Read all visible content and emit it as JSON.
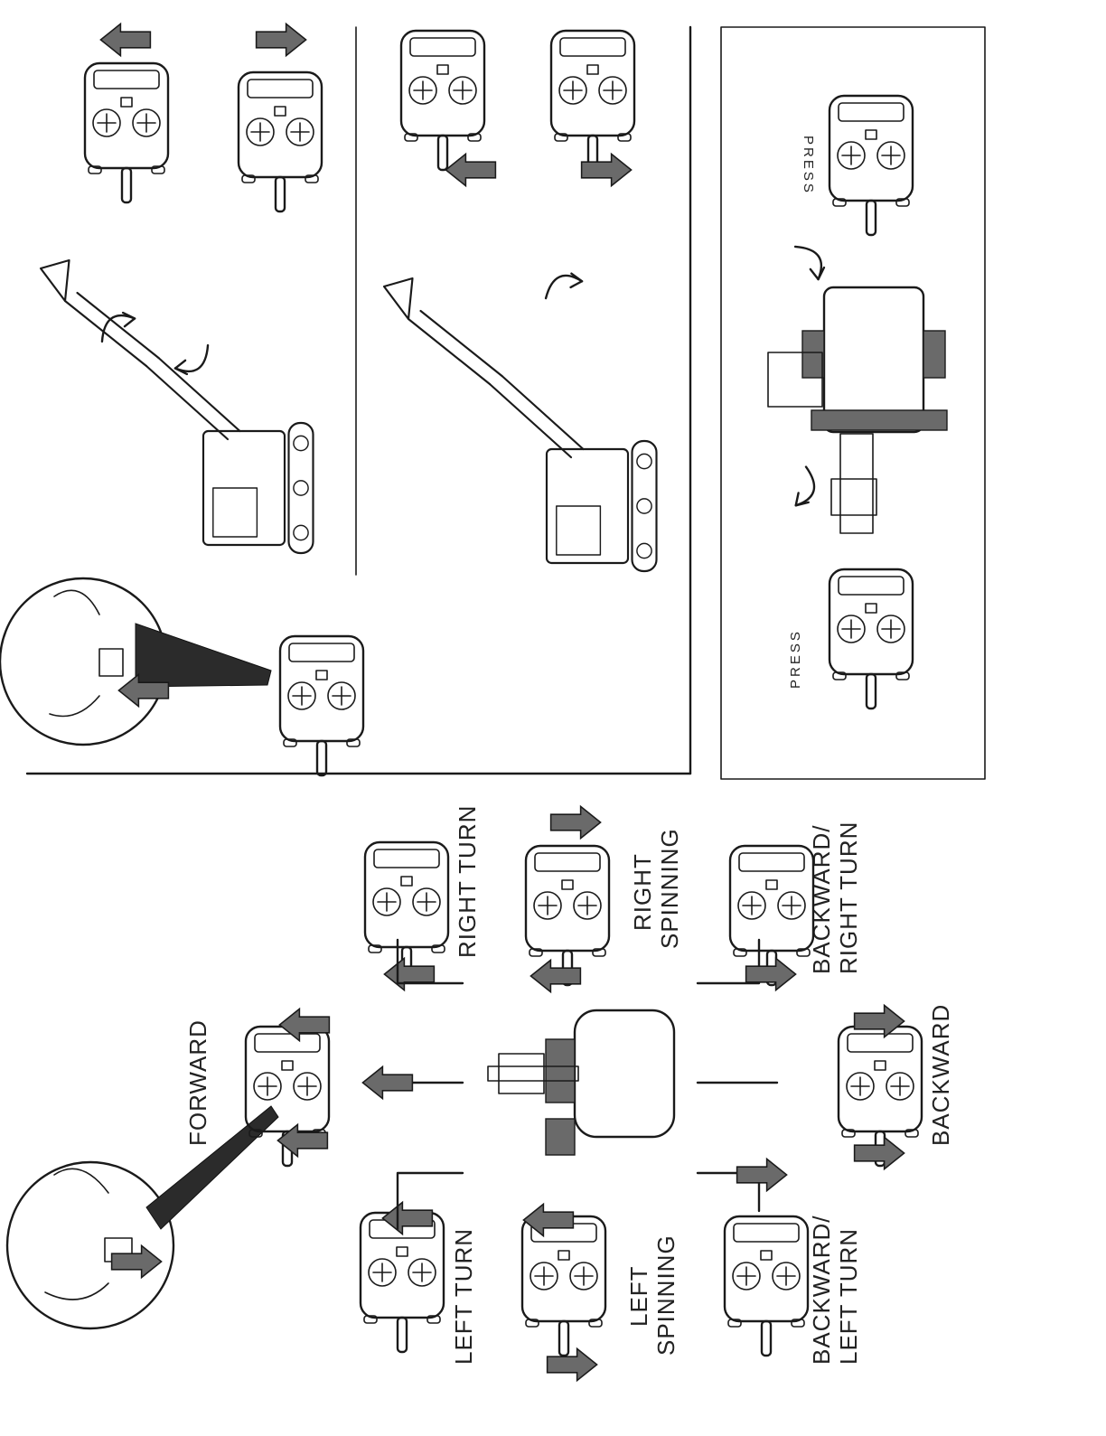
{
  "labels": {
    "forward": "FORWARD",
    "left_turn": "LEFT TURN",
    "right_turn": "RIGHT TURN",
    "left_spinning_1": "LEFT",
    "left_spinning_2": "SPINNING",
    "right_spinning_1": "RIGHT",
    "right_spinning_2": "SPINNING",
    "backward": "BACKWARD",
    "backward_left_1": "BACKWARD/",
    "backward_left_2": "LEFT TURN",
    "backward_right_1": "BACKWARD/",
    "backward_right_2": "RIGHT TURN",
    "press_top": "PRESS",
    "press_bottom": "PRESS"
  },
  "colors": {
    "ink": "#1a1a1a",
    "stipple": "#6a6a6a",
    "paper": "#ffffff"
  },
  "icons": [
    "remote-control-icon",
    "arrow-icon",
    "excavator-icon",
    "magnifier-inset-icon",
    "rotation-arrow-icon"
  ]
}
